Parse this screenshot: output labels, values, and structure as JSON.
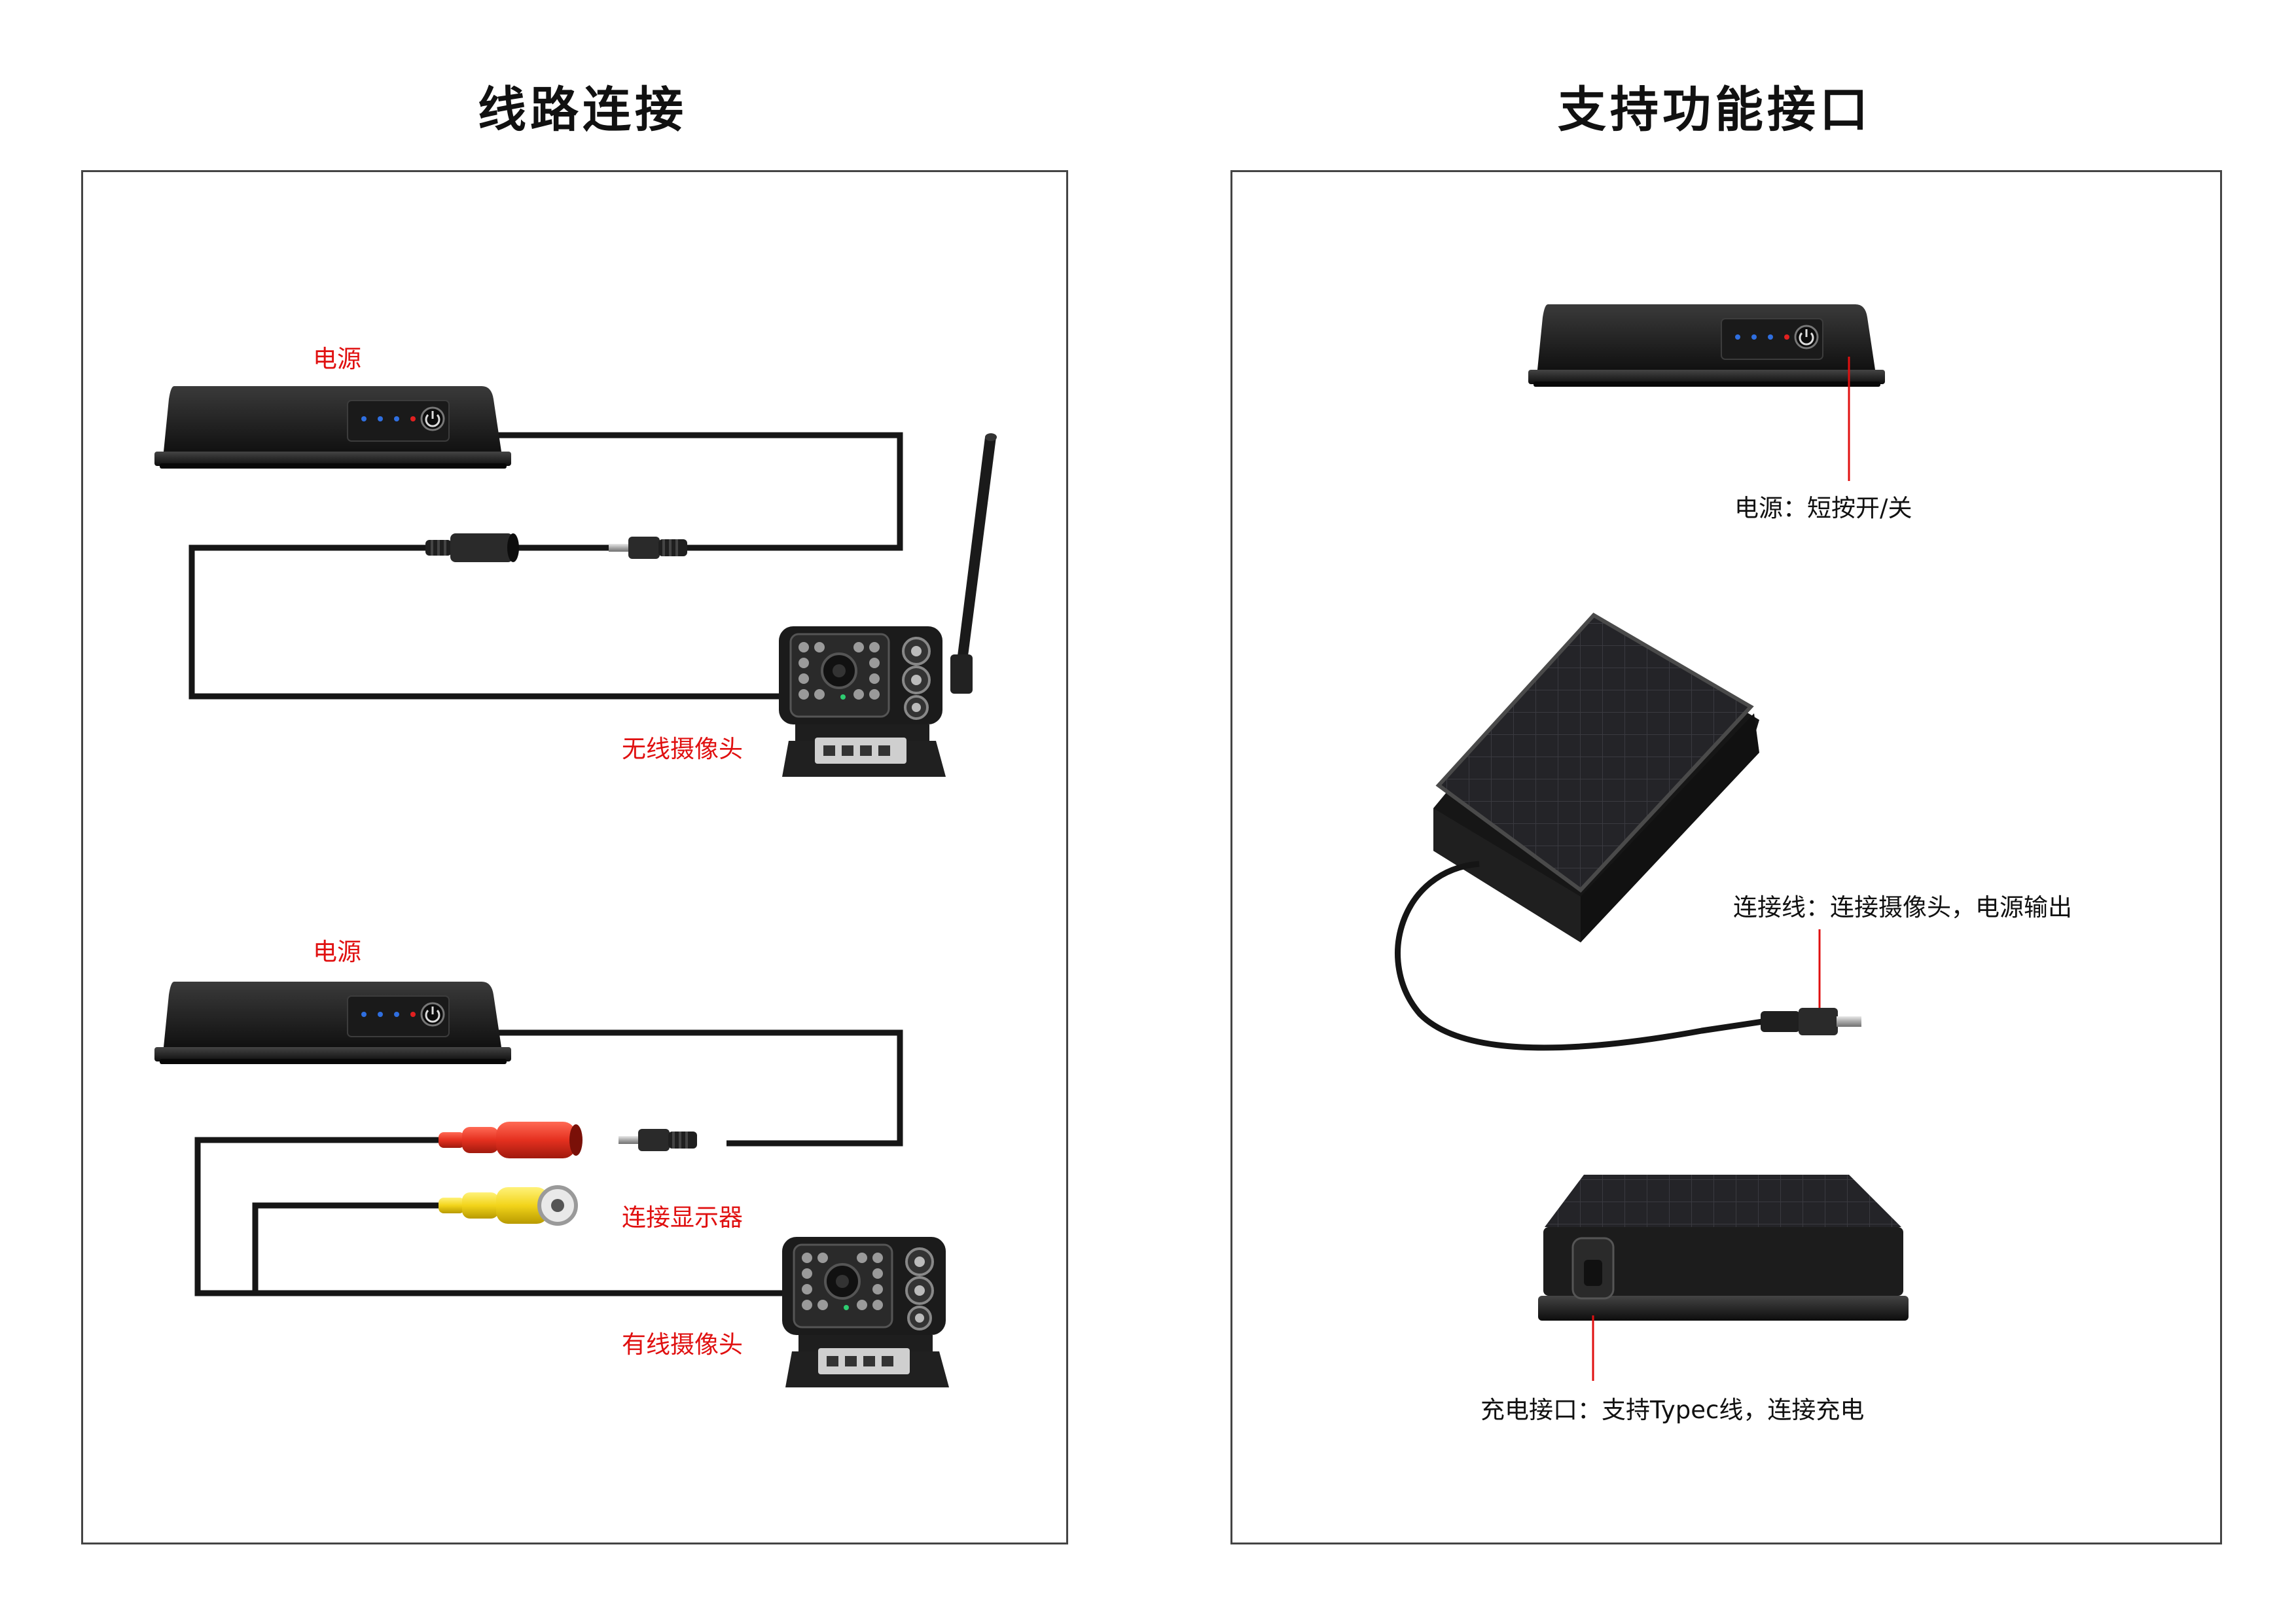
{
  "titles": {
    "left": "线路连接",
    "right": "支持功能接口"
  },
  "wiring": {
    "top": {
      "power_label": "电源",
      "camera_label": "无线摄像头"
    },
    "bottom": {
      "power_label": "电源",
      "display_label": "连接显示器",
      "camera_label": "有线摄像头"
    }
  },
  "features": {
    "power_button": "电源：短按开/关",
    "cable": "连接线：连接摄像头，电源输出",
    "charge_port": "充电接口：支持Typec线，连接充电"
  },
  "colors": {
    "label_red": "#e01010",
    "leader_line": "#e01010",
    "device": "#1c1c1c",
    "rca_red": "#e5301f",
    "rca_yellow": "#f2d41a",
    "led_blue": "#2f6fe0",
    "led_red": "#e02020"
  },
  "icons": [
    "power-bank-device",
    "power-button-icon",
    "wireless-camera",
    "wired-camera",
    "dc-plug",
    "dc-socket",
    "rca-red-plug",
    "rca-yellow-plug",
    "solar-battery-box",
    "type-c-port"
  ]
}
